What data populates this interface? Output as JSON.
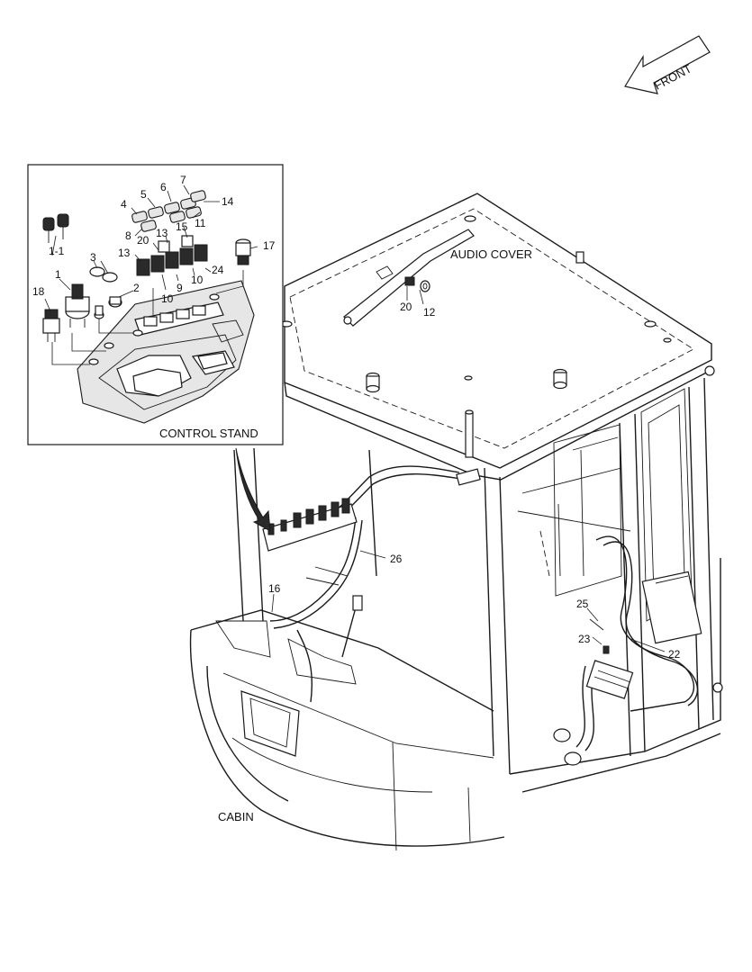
{
  "labels": {
    "front": "FRONT",
    "audio_cover": "AUDIO COVER",
    "control_stand": "CONTROL STAND",
    "cabin": "CABIN"
  },
  "callouts": {
    "n1_1": "1-1",
    "n1": "1",
    "n2": "2",
    "n3": "3",
    "n4": "4",
    "n5": "5",
    "n6": "6",
    "n7": "7",
    "n8": "8",
    "n9": "9",
    "n10a": "10",
    "n10b": "10",
    "n11": "11",
    "n12": "12",
    "n13a": "13",
    "n13b": "13",
    "n14": "14",
    "n15": "15",
    "n16": "16",
    "n17": "17",
    "n18": "18",
    "n20a": "20",
    "n20b": "20",
    "n22": "22",
    "n23": "23",
    "n24": "24",
    "n25": "25",
    "n26": "26"
  },
  "colors": {
    "line": "#1a1a1a",
    "background": "#ffffff",
    "panel_fill": "#e6e6e6"
  }
}
